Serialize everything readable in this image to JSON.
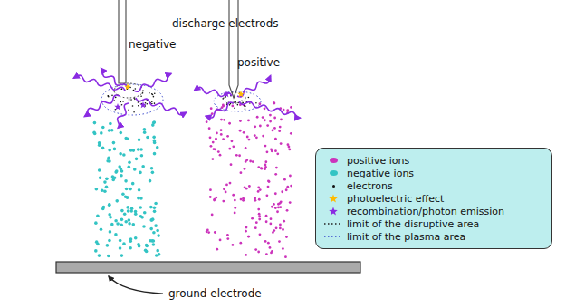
{
  "diagram": {
    "labels": [
      "discharge electrods",
      "negative",
      "positive",
      "ground electrode"
    ],
    "legend": [
      {
        "text": "positive ions",
        "color": "#cc33bb"
      },
      {
        "text": "negative ions",
        "color": "#33c4c4"
      },
      {
        "text": "electrons",
        "color": "#111111"
      },
      {
        "text": "photoelectric effect"
      },
      {
        "text": "recombination/photon emission"
      },
      {
        "text": "limit of the disruptive area"
      },
      {
        "text": "limit of the plasma area"
      }
    ]
  }
}
